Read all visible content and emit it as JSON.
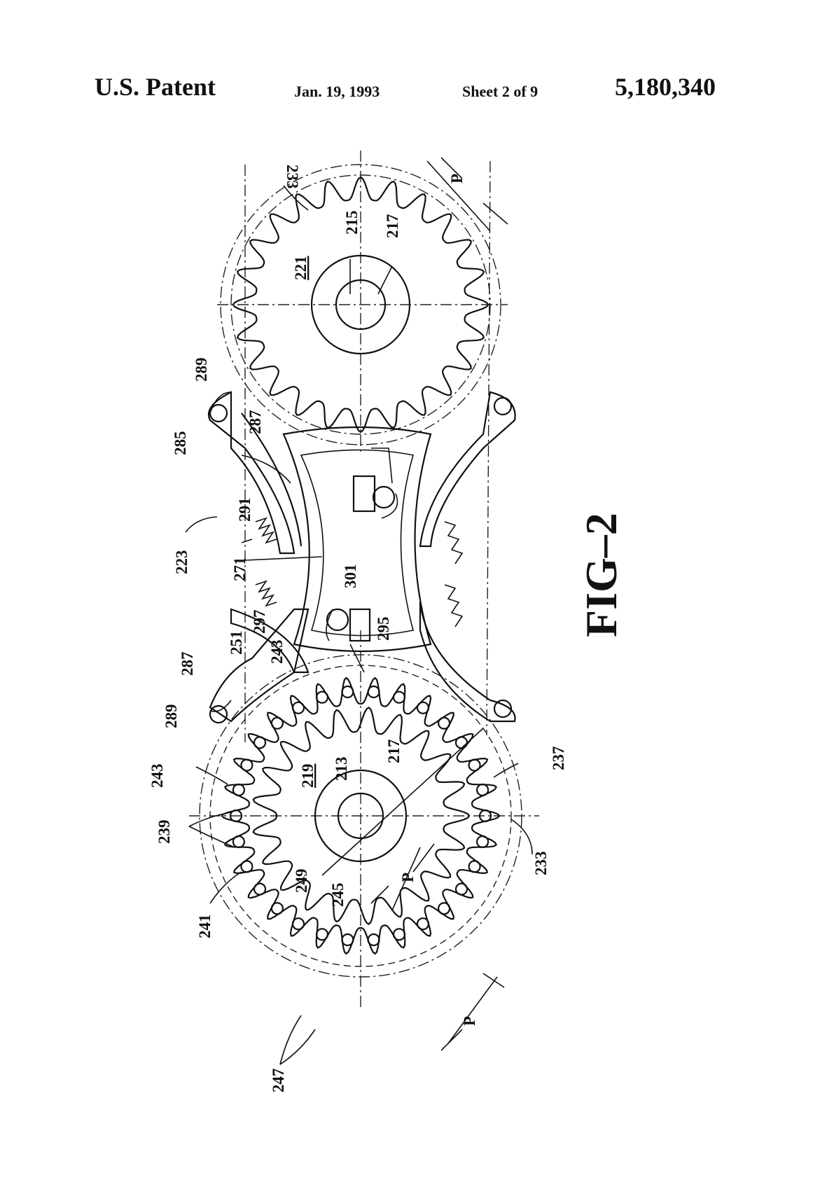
{
  "header": {
    "patent_label": "U.S. Patent",
    "date": "Jan. 19, 1993",
    "sheet": "Sheet 2 of 9",
    "patent_number": "5,180,340"
  },
  "figure": {
    "label": "FIG–2",
    "reference_numerals": {
      "r233a": "233",
      "r233b": "233",
      "rP1": "P",
      "rP2": "P",
      "rP3": "P",
      "r215": "215",
      "r217a": "217",
      "r217b": "217",
      "r221": "221",
      "r219": "219",
      "r213": "213",
      "r289a": "289",
      "r289b": "289",
      "r285": "285",
      "r287a": "287",
      "r287b": "287",
      "r291": "291",
      "r223": "223",
      "r271": "271",
      "r301": "301",
      "r297": "297",
      "r295": "295",
      "r251": "251",
      "r243a": "243",
      "r243b": "243",
      "r239": "239",
      "r241": "241",
      "r249": "249",
      "r245": "245",
      "r247": "247",
      "r237": "237"
    }
  }
}
